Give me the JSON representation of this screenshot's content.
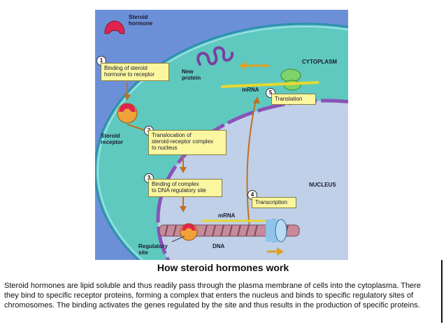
{
  "figure": {
    "labels": {
      "steroid_hormone": "Steroid\nhormone",
      "new_protein": "New\nprotein",
      "cytoplasm": "CYTOPLASM",
      "mrna_top": "mRNA",
      "steroid_receptor": "Steroid\nreceptor",
      "nucleus": "NUCLEUS",
      "mrna_bottom": "mRNA",
      "regulatory_site": "Regulatory\nsite",
      "dna": "DNA"
    },
    "steps": [
      {
        "number": "1",
        "text": "Binding of steroid\nhormone to receptor"
      },
      {
        "number": "2",
        "text": "Translocation of\nsteroid-receptor complex\nto nucleus"
      },
      {
        "number": "3",
        "text": "Binding of complex\nto DNA regulatory site"
      },
      {
        "number": "4",
        "text": "Transcription"
      },
      {
        "number": "5",
        "text": "Translation"
      }
    ],
    "colors": {
      "background": "#6c90d8",
      "cytoplasm": "#5fc9c0",
      "nucleus": "#bfd0e8",
      "membrane": "#8a52b8",
      "hormone": "#e0244e",
      "receptor": "#f0a23a",
      "box": "#fbf6a0"
    }
  },
  "title": "How steroid hormones work",
  "caption": "Steroid hormones are lipid soluble and thus readily pass through the plasma membrane of cells into the cytoplasma. There they bind to specific receptor proteins, forming a complex that enters the nucleus and binds to specific regulatory sites of chromosomes. The binding activates the genes regulated by the site and thus results in the production of specific proteins."
}
